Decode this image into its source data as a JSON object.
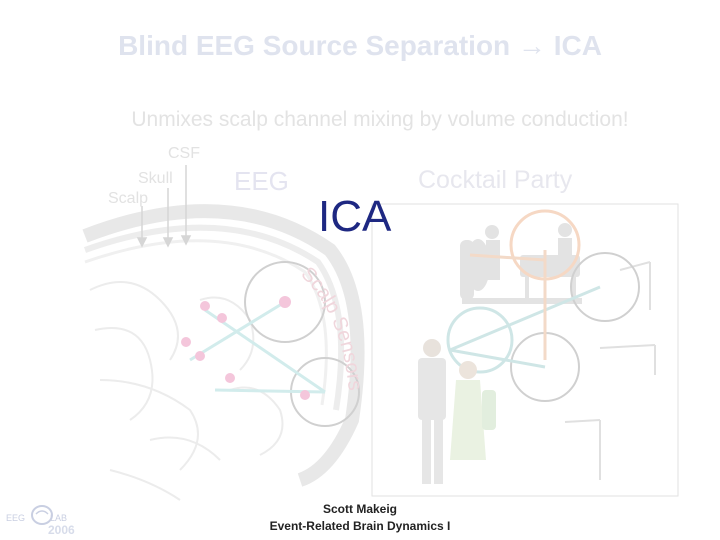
{
  "slide": {
    "title": "Blind EEG Source Separation → ICA",
    "subtitle": "Unmixes scalp channel mixing by volume conduction!"
  },
  "brain_panel": {
    "layer_labels": {
      "csf": "CSF",
      "skull": "Skull",
      "scalp": "Scalp"
    },
    "eeg_label": "EEG",
    "sensor_label": "Scalp Sensors"
  },
  "ica_label": "ICA",
  "party_panel": {
    "title": "Cocktail Party"
  },
  "footer": {
    "name": "Scott Makeig",
    "course": "Event-Related Brain Dynamics I"
  },
  "logo": {
    "left_text": "EEG",
    "right_text": "LAB",
    "year": "2006"
  },
  "colors": {
    "title": "#dfe3ee",
    "ica": "#1e2882",
    "faint_gray": "#e2e2e2",
    "circle_gray": "#d0d0d0",
    "circle_peach": "#f6d2b8",
    "circle_teal": "#bfe0e0",
    "dot_pink": "#f2a6c8"
  }
}
